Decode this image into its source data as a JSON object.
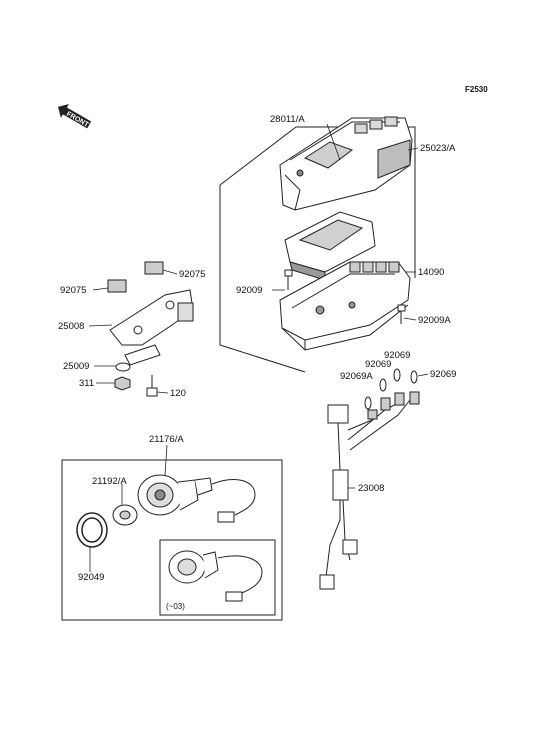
{
  "figure_code": "F2530",
  "front_label": "FRONT",
  "parts": {
    "p28011A": "28011/A",
    "p25023A": "25023/A",
    "p14090": "14090",
    "p92009": "92009",
    "p92009A": "92009A",
    "p92075_left": "92075",
    "p92075_right": "92075",
    "p25008": "25008",
    "p25009": "25009",
    "p311": "311",
    "p120": "120",
    "p92069_a": "92069",
    "p92069_b": "92069",
    "p92069_c": "92069",
    "p92069A": "92069A",
    "p23008": "23008",
    "p21176A": "21176/A",
    "p21192A": "21192/A",
    "p92049": "92049"
  },
  "inset_note": "(~03)"
}
